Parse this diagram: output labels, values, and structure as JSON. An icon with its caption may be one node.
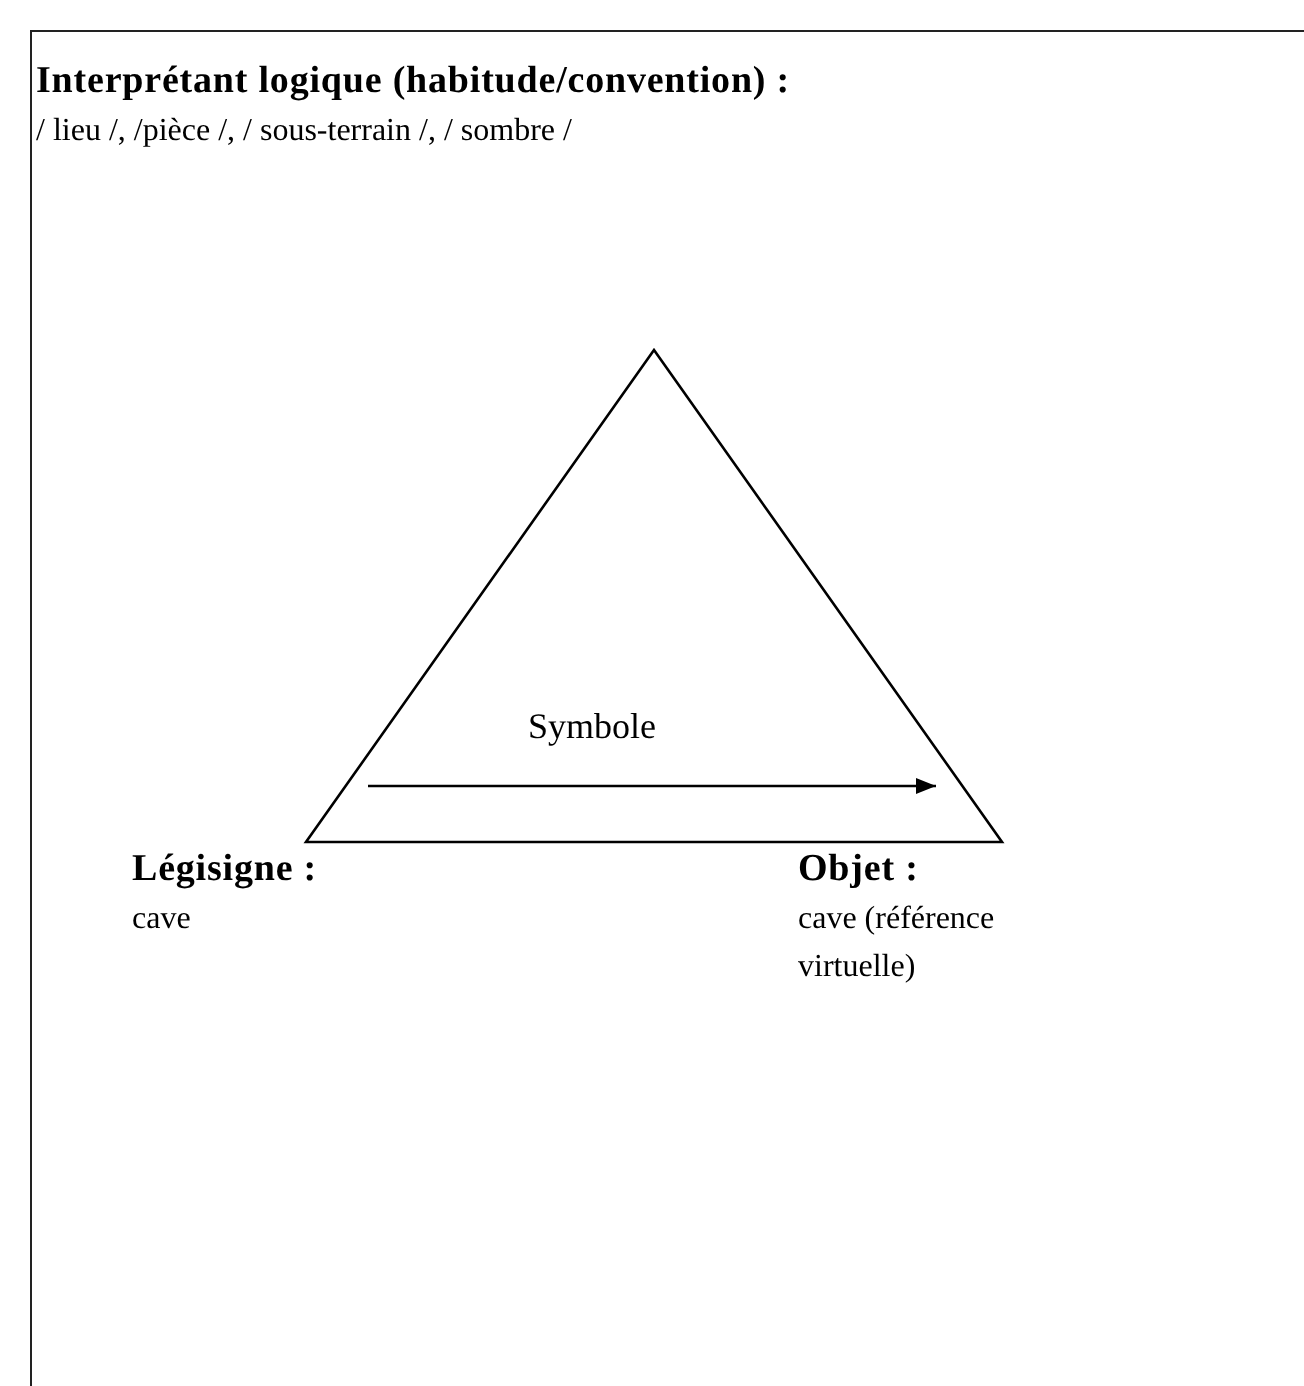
{
  "diagram": {
    "nodes": [
      {
        "text": [],
        "shape": "box"
      },
      {
        "text": [
          "Interprétant logique (habitude/convention) :",
          "/ lieu /, /pièce /, / sous-terrain /, / sombre /"
        ],
        "in": 0
      },
      {
        "text": [],
        "shape": "triangle",
        "in": 0
      },
      {
        "text": [
          "Légisigne :",
          "cave"
        ],
        "in": 0
      },
      {
        "text": [
          "Objet :",
          "cave (référence virtuelle)"
        ],
        "in": 0
      }
    ],
    "edges": [],
    "labels": [
      "Symbole"
    ]
  }
}
